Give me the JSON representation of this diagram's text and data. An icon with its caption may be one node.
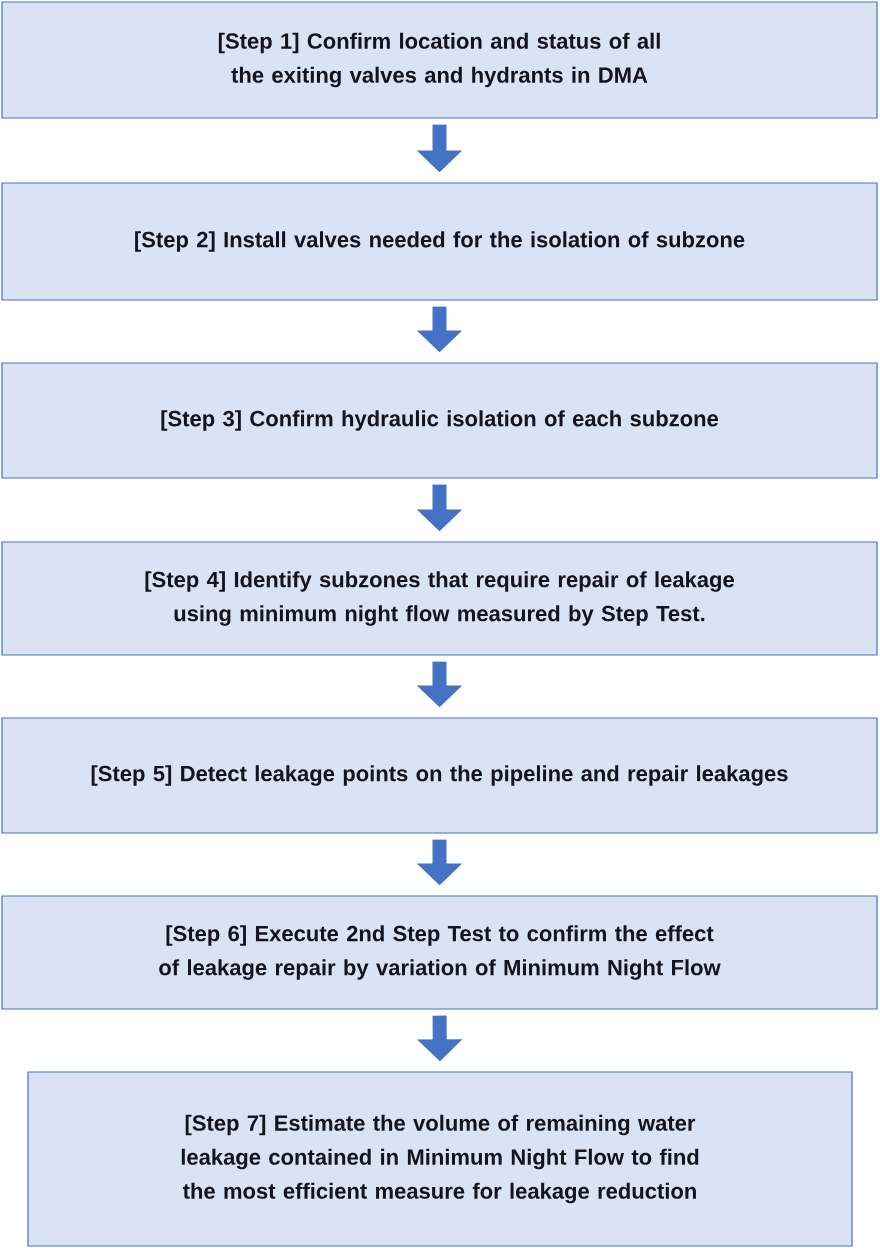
{
  "diagram": {
    "nodes": [
      {
        "text": [
          "[Step 1] Confirm location and status of all the exiting valves and hydrants in DMA"
        ]
      },
      {
        "text": [
          "[Step 2] Install valves needed for the isolation of subzone"
        ]
      },
      {
        "text": [
          "[Step 3] Confirm hydraulic isolation of each subzone"
        ]
      },
      {
        "text": [
          "[Step 4] Identify subzones that require repair of leakage using minimum night flow measured by Step Test."
        ]
      },
      {
        "text": [
          "[Step 5] Detect leakage points on the pipeline and repair leakages"
        ]
      },
      {
        "text": [
          "[Step 6] Execute 2nd Step Test to confirm the effect of leakage repair by variation of Minimum Night Flow"
        ]
      },
      {
        "text": [
          "[Step 7] Estimate the volume of remaining water leakage contained in Minimum Night Flow to find the most efficient measure for leakage reduction"
        ]
      }
    ],
    "edges": [
      {
        "from": 0,
        "to": 1,
        "arrow": "to"
      },
      {
        "from": 1,
        "to": 2,
        "arrow": "to"
      },
      {
        "from": 2,
        "to": 3,
        "arrow": "to"
      },
      {
        "from": 3,
        "to": 4,
        "arrow": "to"
      },
      {
        "from": 4,
        "to": 5,
        "arrow": "to"
      },
      {
        "from": 5,
        "to": 6,
        "arrow": "to"
      }
    ]
  }
}
